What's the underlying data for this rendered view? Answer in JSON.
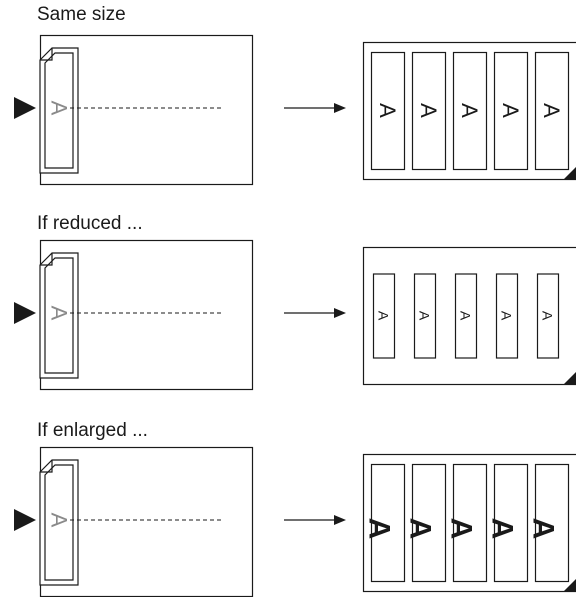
{
  "labels": {
    "same_size": "Same size",
    "reduced": "If reduced ...",
    "enlarged": "If enlarged ..."
  },
  "letters": {
    "original": "A",
    "copy": "A"
  },
  "rows": [
    {
      "key": "same_size",
      "copies": 5,
      "copy_scale": "same"
    },
    {
      "key": "reduced",
      "copies": 5,
      "copy_scale": "reduced"
    },
    {
      "key": "enlarged",
      "copies": 5,
      "copy_scale": "enlarged"
    }
  ],
  "colors": {
    "line": "#1a1a1a",
    "letter_grey": "#8a8a8a",
    "text": "#1a1a1a"
  }
}
